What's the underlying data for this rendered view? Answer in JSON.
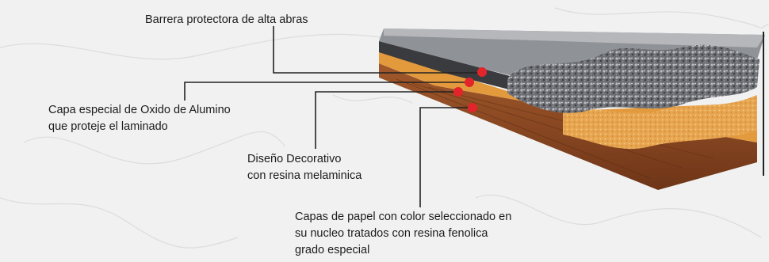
{
  "labels": {
    "barrier": "Barrera protectora de alta abras",
    "oxide": [
      "Capa especial de Oxido de Alumino",
      "que proteje el laminado"
    ],
    "design": [
      "Diseño Decorativo",
      "con resina melaminica"
    ],
    "paper": [
      "Capas de papel con color seleccionado en",
      "su nucleo tratados con resina fenolica",
      "grado especial"
    ]
  },
  "colors": {
    "background": "#f1f1f2",
    "marble_vein": "#dcdcde",
    "leader_line": "#222222",
    "marker_dot": "#e3242b",
    "gray_layer": "#8f9296",
    "dark_layer": "#3a3b3e",
    "decor_layer": "#c98a36",
    "core_layer": "#8a4a25",
    "aggregate": "#5f6166",
    "orange_layer": "#e39a3d"
  }
}
